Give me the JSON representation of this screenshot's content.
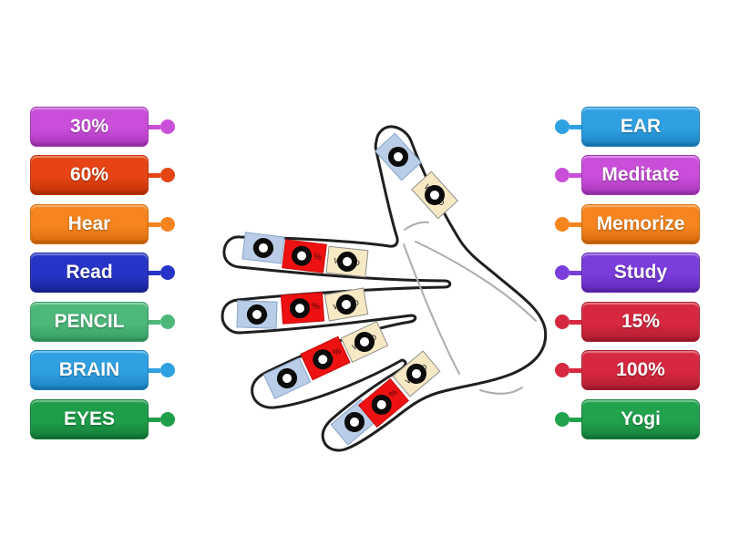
{
  "left_labels": [
    {
      "label": "30%",
      "color": "#c94fd9",
      "color_dark": "#a636b8"
    },
    {
      "label": "60%",
      "color": "#e64414",
      "color_dark": "#c13207"
    },
    {
      "label": "Hear",
      "color": "#f6851f",
      "color_dark": "#d96c09"
    },
    {
      "label": "Read",
      "color": "#2734c8",
      "color_dark": "#1a249c"
    },
    {
      "label": "PENCIL",
      "color": "#4db87a",
      "color_dark": "#379f62"
    },
    {
      "label": "BRAIN",
      "color": "#2fa1e3",
      "color_dark": "#1b82c2"
    },
    {
      "label": "EYES",
      "color": "#1f9e4a",
      "color_dark": "#147a37"
    }
  ],
  "right_labels": [
    {
      "label": "EAR",
      "color": "#2fa1e3",
      "color_dark": "#1b82c2"
    },
    {
      "label": "Meditate",
      "color": "#c94fd9",
      "color_dark": "#a636b8"
    },
    {
      "label": "Memorize",
      "color": "#f6851f",
      "color_dark": "#d96c09"
    },
    {
      "label": "Study",
      "color": "#7b3ddb",
      "color_dark": "#5f28b8"
    },
    {
      "label": "15%",
      "color": "#d6293f",
      "color_dark": "#b01c31"
    },
    {
      "label": "100%",
      "color": "#d6293f",
      "color_dark": "#b01c31"
    },
    {
      "label": "Yogi",
      "color": "#21a24d",
      "color_dark": "#15813a"
    }
  ],
  "fingers": {
    "thumb": {
      "tags": [
        {
          "type": "image",
          "label": "Image"
        },
        {
          "type": "word",
          "label": "WORD"
        }
      ]
    },
    "index": {
      "tags": [
        {
          "type": "image",
          "label": "Image"
        },
        {
          "type": "percent",
          "label": "%"
        },
        {
          "type": "word",
          "label": "WORD"
        }
      ]
    },
    "middle": {
      "tags": [
        {
          "type": "image",
          "label": "Image"
        },
        {
          "type": "percent",
          "label": "%"
        },
        {
          "type": "word",
          "label": "WORD"
        }
      ]
    },
    "ring": {
      "tags": [
        {
          "type": "image",
          "label": "Image"
        },
        {
          "type": "percent",
          "label": "%"
        },
        {
          "type": "word",
          "label": "WORD"
        }
      ]
    },
    "pinky": {
      "tags": [
        {
          "type": "image",
          "label": "Image"
        },
        {
          "type": "percent",
          "label": "%"
        },
        {
          "type": "word",
          "label": "WORD"
        }
      ]
    }
  },
  "colors": {
    "background": "#ffffff",
    "tag_image_bg": "#b9cde8",
    "tag_image_border": "#8ba6c9",
    "tag_percent_bg": "#ee1111",
    "tag_percent_border": "#c90b0b",
    "tag_percent_text": "#7d0b0b",
    "tag_word_bg": "#f7e9c4",
    "tag_word_border": "#8f8f8f",
    "hand_outline": "#1f1f1f",
    "hand_crease": "#a9adb2"
  }
}
